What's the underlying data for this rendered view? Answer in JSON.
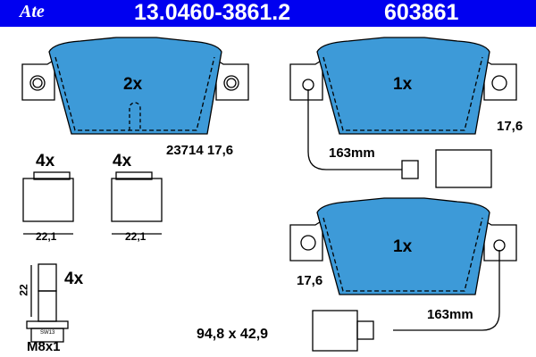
{
  "header": {
    "brand": "Ate",
    "part_number": "13.0460-3861.2",
    "short_number": "603861"
  },
  "pads": [
    {
      "qty": "2x",
      "code": "23714 17,6"
    },
    {
      "qty": "1x",
      "thickness": "17,6",
      "wire": "163mm"
    },
    {
      "qty": "1x",
      "thickness": "17,6",
      "wire": "163mm"
    }
  ],
  "clips": [
    {
      "qty": "4x",
      "width": "22,1"
    },
    {
      "qty": "4x",
      "width": "22,1"
    }
  ],
  "bolt": {
    "qty": "4x",
    "length": "22",
    "wrench": "SW13",
    "thread": "M8x1"
  },
  "dimensions": "94,8 x 42,9",
  "colors": {
    "header": "#0000f0",
    "pad": "#3d9ad8"
  }
}
